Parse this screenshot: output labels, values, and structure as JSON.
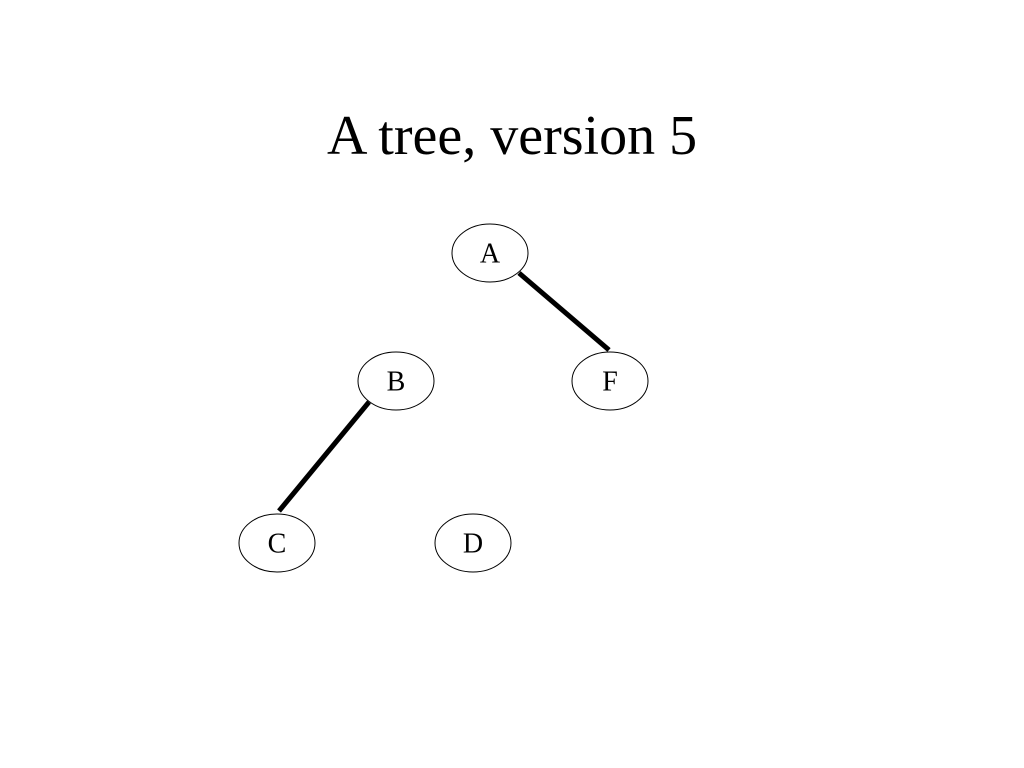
{
  "slide": {
    "title": "A tree, version 5"
  },
  "tree": {
    "nodes": [
      {
        "id": "A",
        "label": "A"
      },
      {
        "id": "B",
        "label": "B"
      },
      {
        "id": "F",
        "label": "F"
      },
      {
        "id": "C",
        "label": "C"
      },
      {
        "id": "D",
        "label": "D"
      }
    ],
    "edges": [
      {
        "from": "A",
        "to": "F"
      },
      {
        "from": "B",
        "to": "C"
      }
    ]
  }
}
